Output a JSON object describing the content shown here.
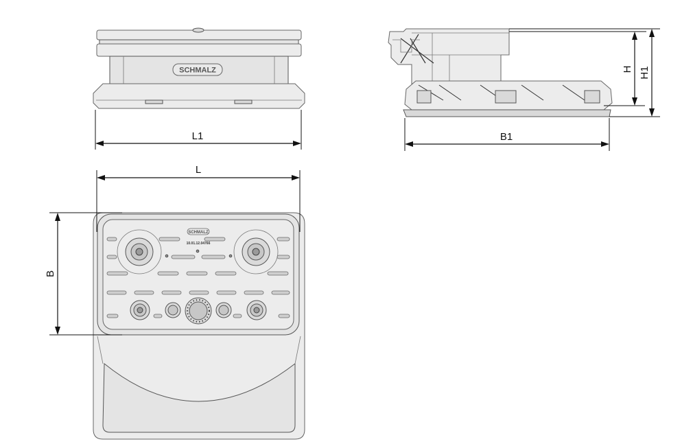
{
  "drawing": {
    "brand": "SCHMALZ",
    "part_number": "10.01.12.04766",
    "dimensions": {
      "L1": "L1",
      "L": "L",
      "B": "B",
      "B1": "B1",
      "H": "H",
      "H1": "H1"
    }
  }
}
